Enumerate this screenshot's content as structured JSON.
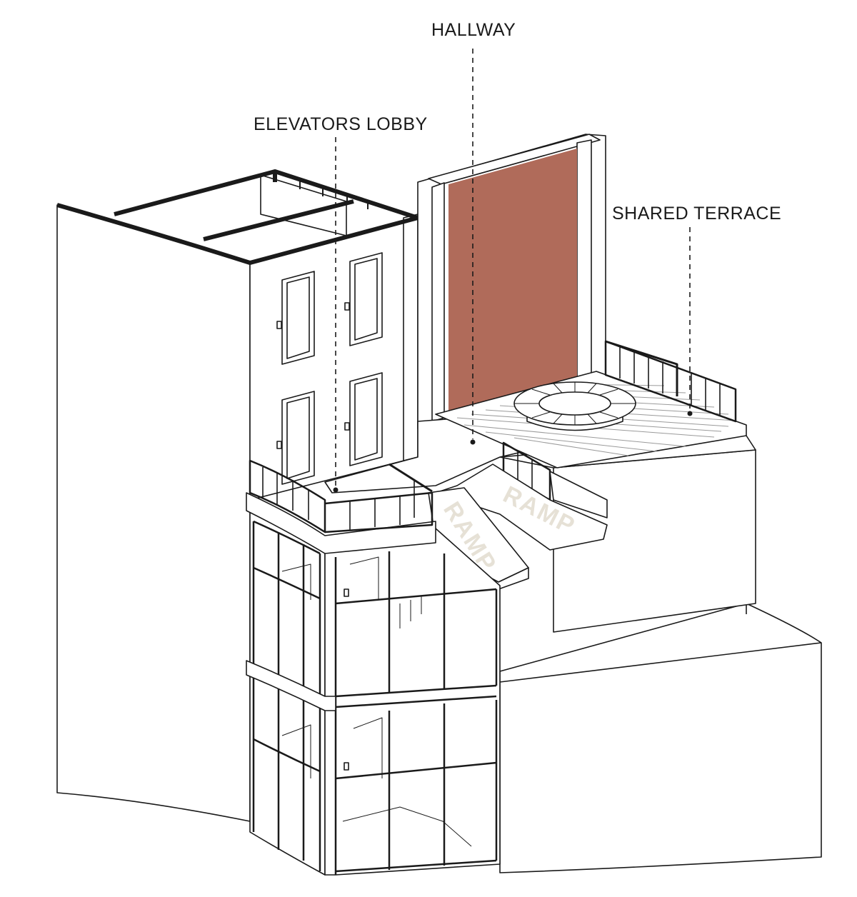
{
  "labels": {
    "hallway": "HALLWAY",
    "elevators_lobby": "ELEVATORS LOBBY",
    "shared_terrace": "SHARED TERRACE",
    "ramp_upper": "RAMP",
    "ramp_lower": "RAMP"
  },
  "colors": {
    "line": "#1a1a1a",
    "wall_fill": "#ffffff",
    "accent_wall": "#b06b5a",
    "ramp_text": "#e6e1d6",
    "deck_line": "#9a9a9a"
  }
}
